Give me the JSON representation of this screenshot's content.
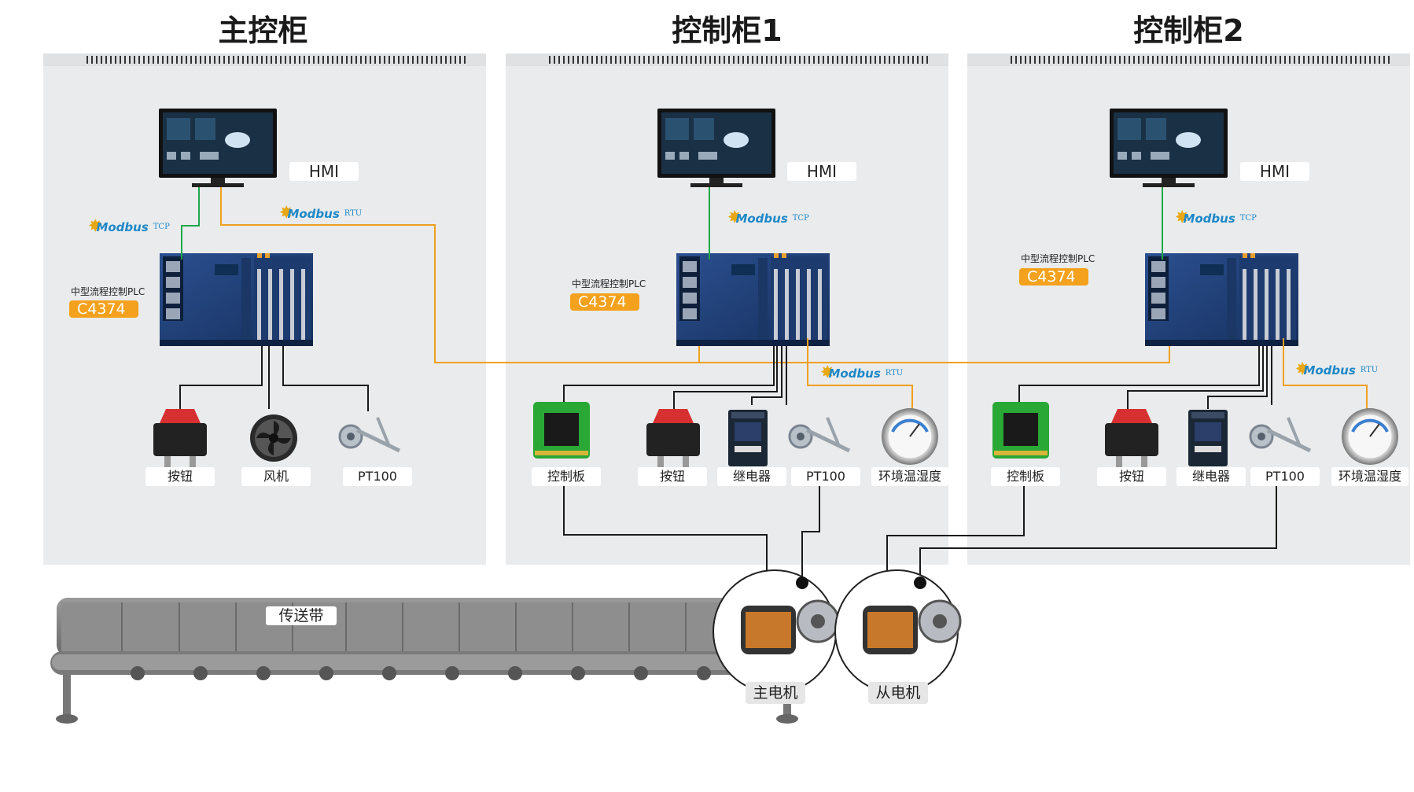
{
  "cabinets": [
    {
      "title": "主控柜",
      "hmi": "HMI",
      "plc_name": "中型流程控制PLC",
      "plc_model": "C4374",
      "devices": [
        "按钮",
        "风机",
        "PT100"
      ]
    },
    {
      "title": "控制柜1",
      "hmi": "HMI",
      "plc_name": "中型流程控制PLC",
      "plc_model": "C4374",
      "devices": [
        "控制板",
        "按钮",
        "继电器",
        "PT100",
        "环境温湿度"
      ]
    },
    {
      "title": "控制柜2",
      "hmi": "HMI",
      "plc_name": "中型流程控制PLC",
      "plc_model": "C4374",
      "devices": [
        "控制板",
        "按钮",
        "继电器",
        "PT100",
        "环境温湿度"
      ]
    }
  ],
  "protocols": {
    "modbus": "Modbus",
    "tcp": "TCP",
    "rtu": "RTU"
  },
  "conveyor": "传送带",
  "motors": {
    "master": "主电机",
    "slave": "从电机"
  },
  "colors": {
    "ethernet": "#1ea84a",
    "rtu_line": "#f0a020",
    "io_line": "#1a1a1a",
    "plc_body": "#1f3f7a",
    "tag": "#f4a11d",
    "modbus_blue": "#1e88c8"
  }
}
